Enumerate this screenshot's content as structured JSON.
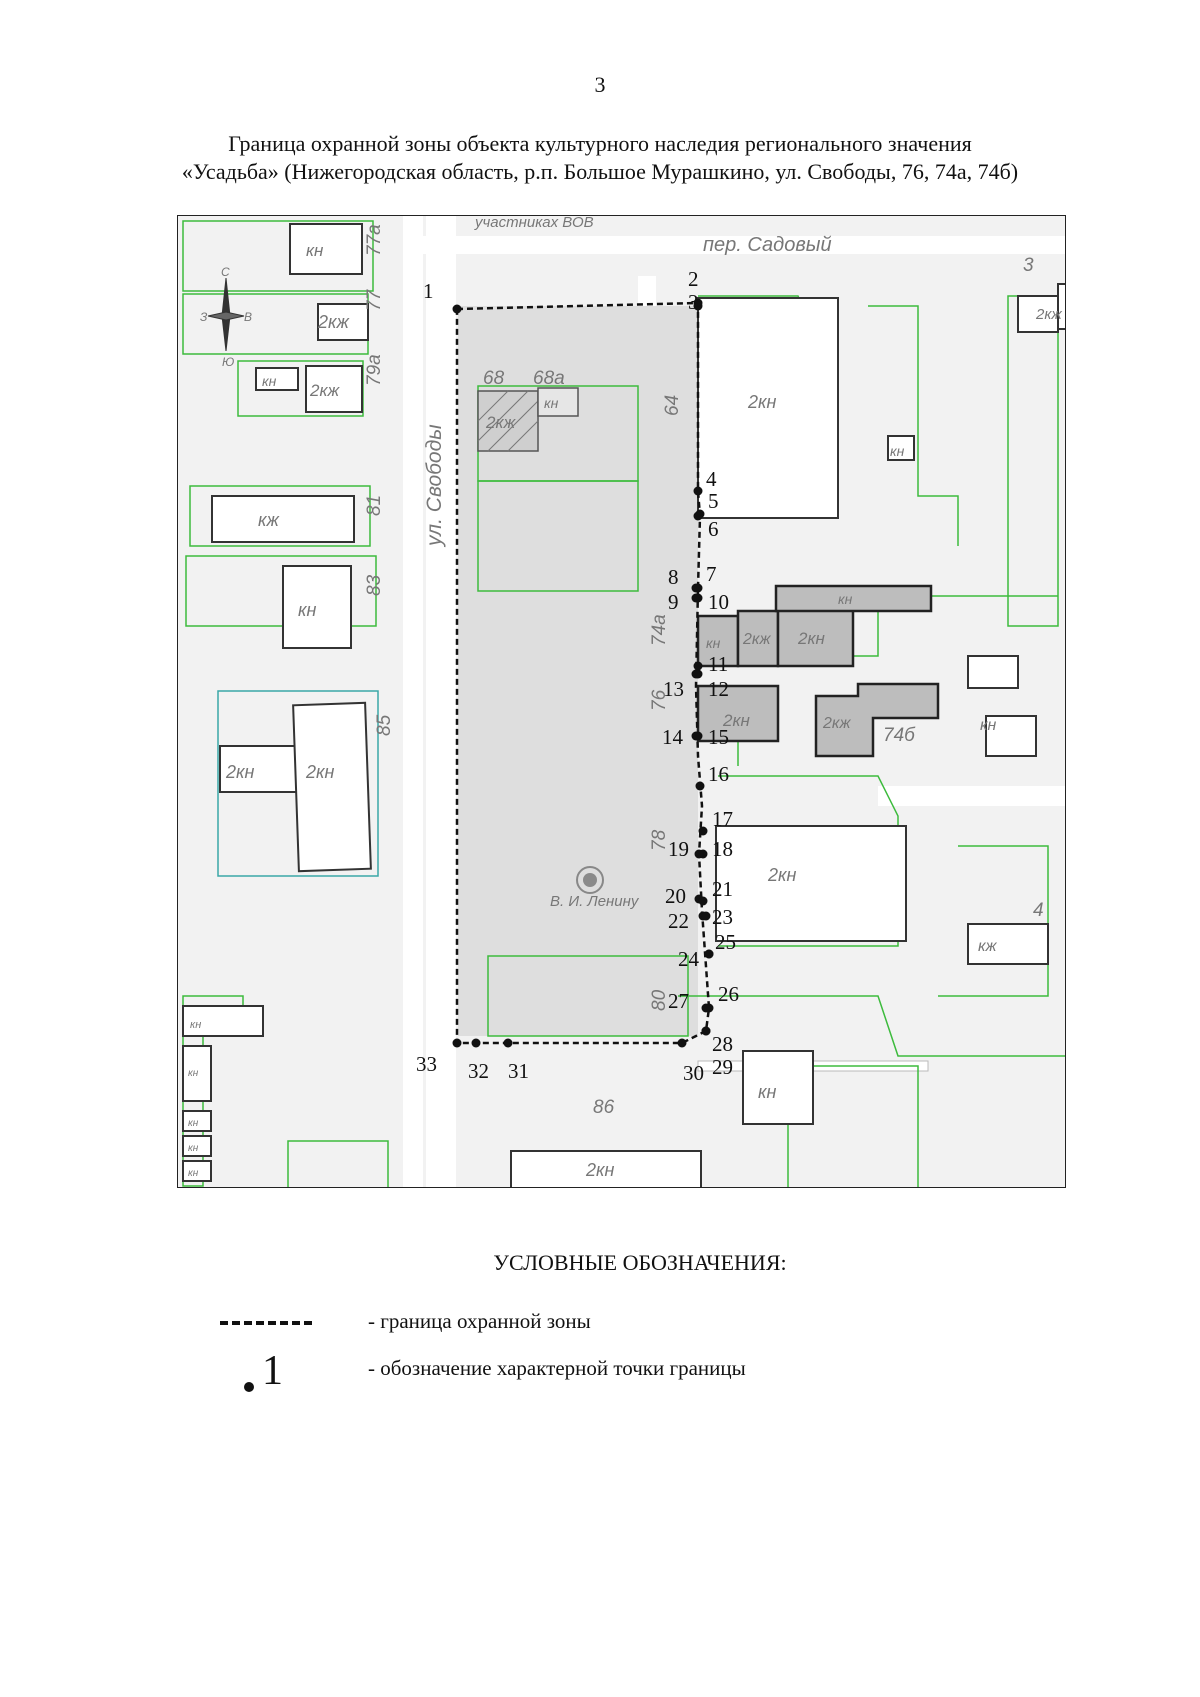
{
  "page_number": "3",
  "title": {
    "line1": "Граница охранной зоны объекта культурного наследия регионального значения",
    "line2": "«Усадьба» (Нижегородская область, р.п. Большое Мурашкино, ул. Свободы, 76, 74а, 74б)"
  },
  "map": {
    "streets": {
      "svobody": "ул. Свободы",
      "sadovy": "пер. Садовый",
      "top_cut": "участниках ВОВ"
    },
    "compass": {
      "north": "С",
      "south": "Ю",
      "west": "З",
      "east": "В"
    },
    "monument": "В. И. Ленину",
    "house_numbers": [
      "77а",
      "77",
      "79а",
      "81",
      "83",
      "85",
      "68",
      "68а",
      "64",
      "74а",
      "76",
      "78",
      "80",
      "86",
      "74б",
      "3",
      "4"
    ],
    "building_labels": [
      "кн",
      "2кж",
      "кж",
      "2кн"
    ],
    "boundary_points": [
      "1",
      "2",
      "3",
      "4",
      "5",
      "6",
      "7",
      "8",
      "9",
      "10",
      "11",
      "12",
      "13",
      "14",
      "15",
      "16",
      "17",
      "18",
      "19",
      "20",
      "21",
      "22",
      "23",
      "24",
      "25",
      "26",
      "27",
      "28",
      "29",
      "30",
      "31",
      "32",
      "33"
    ]
  },
  "legend": {
    "title": "УСЛОВНЫЕ ОБОЗНАЧЕНИЯ:",
    "boundary": "- граница охранной зоны",
    "point": "- обозначение характерной точки границы",
    "point_symbol": "1"
  },
  "colors": {
    "parcel_green": "#3dbb3d",
    "building_gray": "#bdbdbd",
    "boundary": "#111111"
  }
}
